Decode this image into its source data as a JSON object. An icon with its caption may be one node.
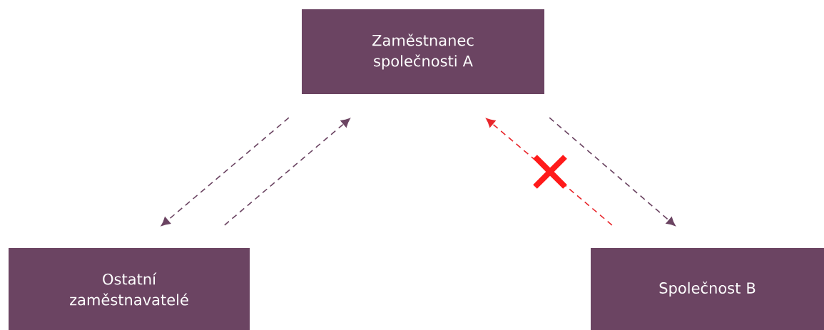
{
  "diagram": {
    "nodes": [
      {
        "text": [
          "Zaměstnanec společnosti A"
        ]
      },
      {
        "text": [
          "Ostatní zaměstnavatelé"
        ]
      },
      {
        "text": [
          "Společnost B"
        ]
      }
    ],
    "edges": [
      {
        "from": 0,
        "to": 1,
        "arrow": "to",
        "style": "dashed"
      },
      {
        "from": 1,
        "to": 0,
        "arrow": "to",
        "style": "dashed"
      },
      {
        "from": 2,
        "to": 0,
        "arrow": "to",
        "style": "dashed",
        "color": "#e8262b"
      },
      {
        "from": 0,
        "to": 2,
        "arrow": "to",
        "style": "dashed"
      }
    ]
  }
}
